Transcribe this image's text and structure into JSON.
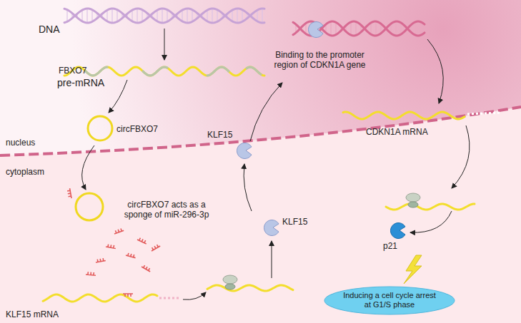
{
  "diagram": {
    "nodes": [
      {
        "text": [
          "Inducing a cell cycle arrest at G1/S phase"
        ]
      }
    ],
    "labels": [
      "DNA",
      "FBXO7",
      "pre-mRNA",
      "circFBXO7",
      "nucleus",
      "cytoplasm",
      "circFBXO7 acts as a sponge of miR-296-3p",
      "KLF15 mRNA",
      "KLF15",
      "KLF15",
      "Binding to the promoter region of CDKN1A gene",
      "CDKN1A mRNA",
      "p21"
    ]
  }
}
